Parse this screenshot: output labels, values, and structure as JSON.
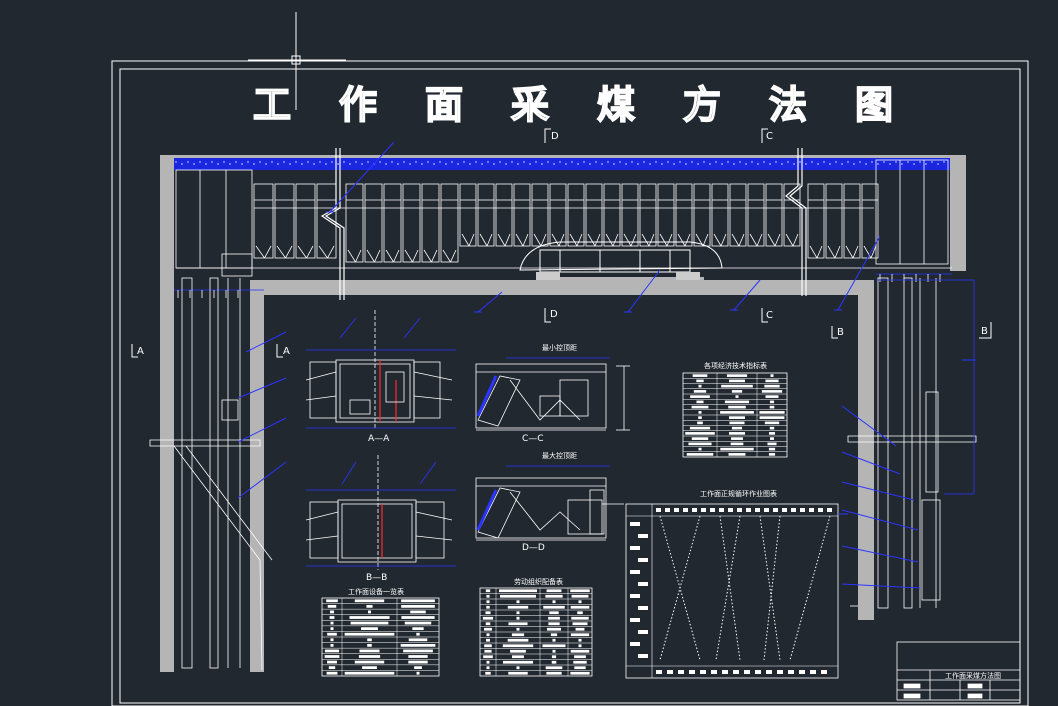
{
  "title_chars": [
    "工",
    "作",
    "面",
    "采",
    "煤",
    "方",
    "法",
    "图"
  ],
  "section_markers": {
    "d_top": "D",
    "c_top": "C",
    "d_bottom": "D",
    "c_bottom": "C",
    "a_left": "A",
    "a_inner": "A",
    "b_inner": "B",
    "b_right": "B"
  },
  "section_captions": {
    "aa": "A—A",
    "bb": "B—B",
    "cc": "C—C",
    "dd": "D—D",
    "min_title": "最小控顶距",
    "max_title": "最大控顶距"
  },
  "table_titles": {
    "tech": "各项经济技术指标表",
    "equip": "工作面设备一览表",
    "labor": "劳动组织配备表",
    "cycle": "工作面正规循环作业图表"
  },
  "title_block": {
    "name": "工作面采煤方法图"
  },
  "colors": {
    "background": "#212830",
    "line": "#ffffff",
    "accent": "#1f2bff",
    "wall": "#b3b3b3"
  }
}
